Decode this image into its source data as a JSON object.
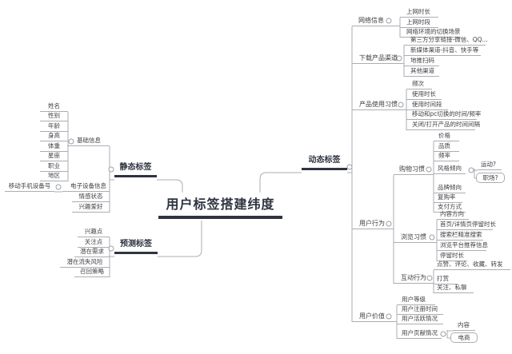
{
  "mindmap": {
    "central": "用户标签搭建纬度",
    "static": {
      "label": "静态标签",
      "basic": {
        "label": "基础信息",
        "items": [
          "姓名",
          "性别",
          "年龄",
          "身高",
          "体重",
          "星座",
          "职业",
          "地区"
        ]
      },
      "device": {
        "label": "电子设备信息",
        "item": "移动手机设备号"
      },
      "emotion": "情感状态",
      "hobby": "兴趣爱好"
    },
    "predict": {
      "label": "预测标签",
      "items": [
        "兴趣点",
        "关注点",
        "潜在需求",
        "潜在流失风险",
        "召回策略"
      ]
    },
    "dynamic": {
      "label": "动态标签",
      "network": {
        "label": "网络信息",
        "items": [
          "上网时长",
          "上网时段",
          "网络环境的切换场景"
        ]
      },
      "channel": {
        "label": "下载产品渠道",
        "items": [
          "第三方分享链接-微信、QQ...",
          "新媒体渠道-抖音、快手等",
          "地推扫码",
          "其他渠道"
        ]
      },
      "usage": {
        "label": "产品使用习惯",
        "items": [
          "频次",
          "使用时长",
          "使用时间段",
          "移动和pc切换的时间/频率",
          "关闭/打开产品的时间间隔"
        ]
      },
      "behavior": {
        "label": "用户行为",
        "shopping": {
          "label": "购物习惯",
          "items": [
            "价格",
            "品质",
            "频率",
            "风格倾向",
            "品牌倾向",
            "复购率",
            "支付方式"
          ],
          "style_children": [
            "运动?",
            "职场?"
          ]
        },
        "browse": {
          "label": "浏览习惯",
          "items": [
            "内容方向",
            "首页/详情页停留时长",
            "搜索栏精准搜索",
            "浏览平台推荐信息",
            "停留时长"
          ]
        },
        "interact": {
          "label": "互动行为",
          "items": [
            "点赞、评论、收藏、转发",
            "打赏",
            "关注、私聊"
          ]
        }
      },
      "value": {
        "label": "用户价值",
        "items": [
          "用户等级",
          "用户注册时间",
          "用户活跃情况",
          "用户贡献情况"
        ],
        "contribution_children": [
          "内容",
          "电商"
        ]
      }
    },
    "colors": {
      "accent": "#2e3440",
      "line": "#a9aeb4",
      "text": "#3f3f3f"
    }
  }
}
